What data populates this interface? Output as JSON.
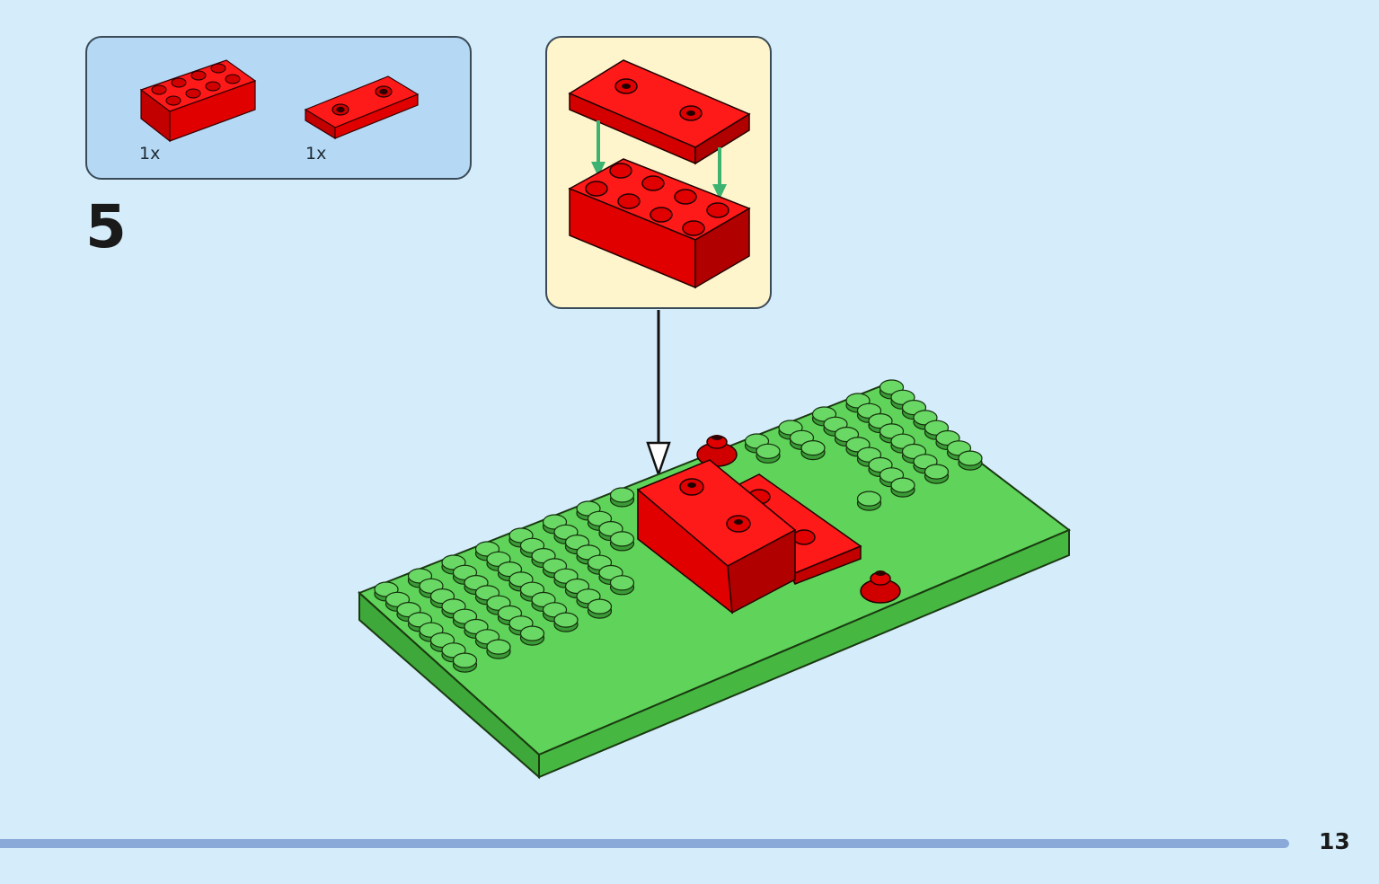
{
  "parts_list": {
    "items": [
      {
        "name": "red-brick-2x4",
        "quantity": "1x"
      },
      {
        "name": "red-plate-1x2",
        "quantity": "1x"
      }
    ]
  },
  "step": {
    "number": "5"
  },
  "footer": {
    "page_number": "13",
    "progress_percent": 93.5
  },
  "colors": {
    "background": "#d5ecfb",
    "parts_box": "#b5d8f5",
    "callout_box": "#fff5cc",
    "brick_red": "#e00000",
    "baseplate_green": "#4cc24a",
    "arrow_green": "#3cb371",
    "progress_bar": "#8aa9d9"
  }
}
